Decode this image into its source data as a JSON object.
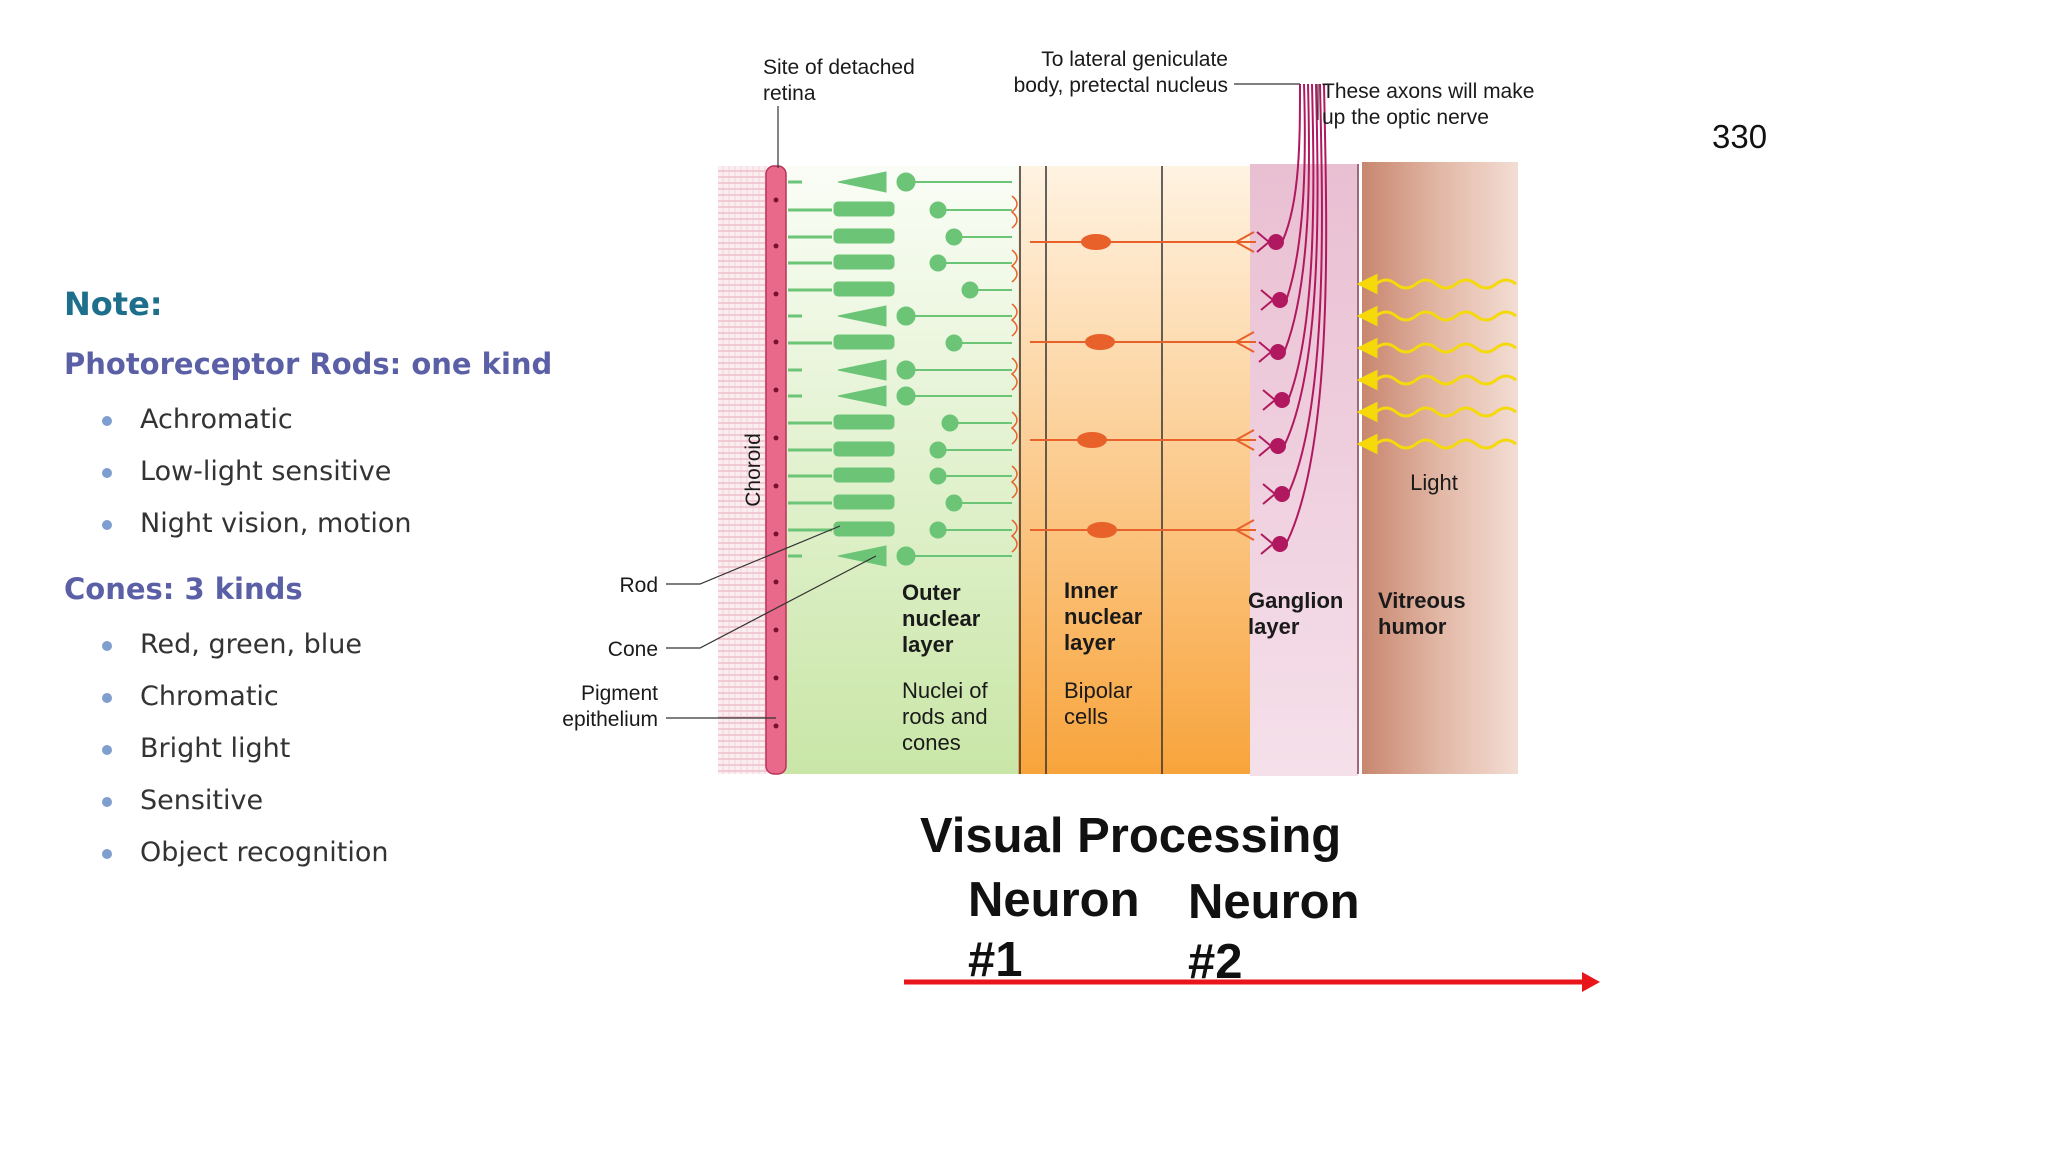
{
  "page_number": "330",
  "note": {
    "title": "Note:",
    "rods": {
      "title": "Photoreceptor Rods: one kind",
      "items": [
        "Achromatic",
        "Low-light sensitive",
        "Night vision, motion"
      ]
    },
    "cones": {
      "title": "Cones: 3 kinds",
      "items": [
        "Red, green, blue",
        "Chromatic",
        "Bright light",
        "Sensitive",
        "Object recognition"
      ]
    }
  },
  "diagram": {
    "site_detached_line1": "Site of detached",
    "site_detached_line2": "retina",
    "lateral_line1": "To lateral geniculate",
    "lateral_line2": "body, pretectal nucleus",
    "axons_line1": "These axons will make",
    "axons_line2": "up the optic nerve",
    "choroid": "Choroid",
    "rod": "Rod",
    "cone": "Cone",
    "pigment_line1": "Pigment",
    "pigment_line2": "epithelium",
    "outer_line1": "Outer",
    "outer_line2": "nuclear",
    "outer_line3": "layer",
    "outer_desc1": "Nuclei of",
    "outer_desc2": "rods and",
    "outer_desc3": "cones",
    "inner_line1": "Inner",
    "inner_line2": "nuclear",
    "inner_line3": "layer",
    "inner_desc1": "Bipolar",
    "inner_desc2": "cells",
    "ganglion_line1": "Ganglion",
    "ganglion_line2": "layer",
    "vitreous_line1": "Vitreous",
    "vitreous_line2": "humor",
    "light": "Light"
  },
  "processing": {
    "title": "Visual Processing",
    "neuron1_line1": "Neuron",
    "neuron1_line2": "#1",
    "neuron2_line1": "Neuron",
    "neuron2_line2": "#2",
    "arrow_color": "#e8161b"
  },
  "colors": {
    "note_title": "#1d6f8c",
    "section_title": "#5a5fa6",
    "bullet": "#7f9ed0",
    "photoreceptor": "#6cc477",
    "bipolar": "#e8602a",
    "ganglion": "#b0195f",
    "light_wave": "#f5d90a",
    "pigment": "#e8698a"
  }
}
